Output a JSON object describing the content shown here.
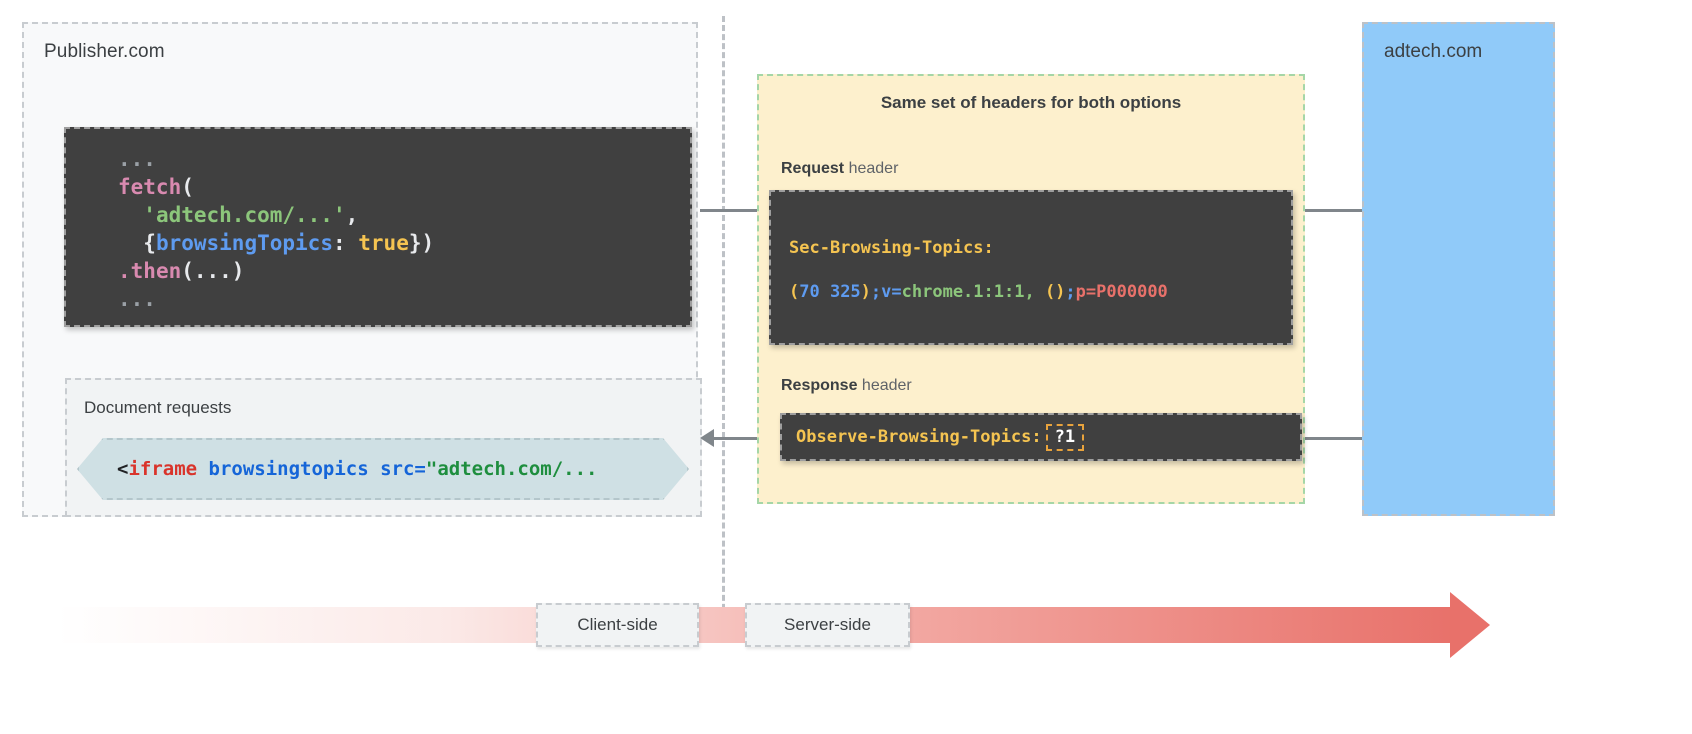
{
  "publisher": {
    "label": "Publisher.com",
    "code": {
      "line1_dots": "...",
      "fn": "fetch",
      "open_paren": "(",
      "string_arg": "'adtech.com/...'",
      "comma": ",",
      "brace_open": "{",
      "option_key": "browsingTopics",
      "colon": ": ",
      "option_value": "true",
      "brace_close": "}",
      "close_paren": ")",
      "then_dot": ".",
      "then": "then",
      "then_args": "(...)",
      "line_last_dots": "..."
    },
    "document_requests": {
      "label": "Document requests",
      "iframe_angle": "<",
      "iframe_tag": "iframe",
      "iframe_attr": " browsingtopics src=",
      "iframe_value": "\"adtech.com/..."
    }
  },
  "headers": {
    "title": "Same set of headers for both options",
    "request_caption_bold": "Request",
    "request_caption_rest": " header",
    "response_caption_bold": "Response",
    "response_caption_rest": " header",
    "request_header": {
      "key": "Sec-Browsing-Topics:",
      "paren_open": "(",
      "topic_ids": "70 325",
      "paren_close": ")",
      "version_param": ";v=",
      "version_value": "chrome.1:1:1,",
      "empty_parens": " ()",
      "semicolon": ";",
      "p_param": "p=P000000"
    },
    "response_header": {
      "key": "Observe-Browsing-Topics:",
      "value": "?1"
    }
  },
  "adtech": {
    "label": "adtech.com"
  },
  "timeline": {
    "client_label": "Client-side",
    "server_label": "Server-side"
  },
  "colors": {
    "publisher_bg": "#f8f9fa",
    "headers_bg": "#fdf0cd",
    "headers_border": "#a5d6a7",
    "adtech_bg": "#90caf9",
    "code_bg": "#404040",
    "iframe_chip_bg": "#cfe0e4",
    "timeline_end": "#e8716a",
    "highlight_box": "#e8a33d"
  }
}
